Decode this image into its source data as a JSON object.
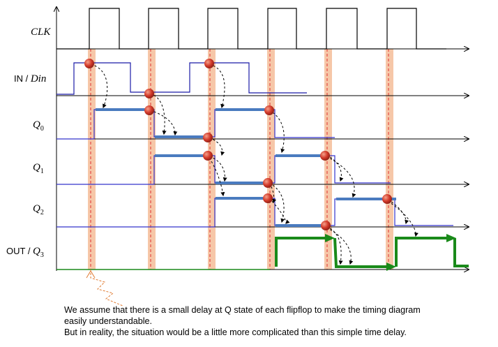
{
  "labels": {
    "clk": "CLK",
    "in_prefix": "IN / ",
    "in_din": "Din",
    "q0_q": "Q",
    "q0_sub": "0",
    "q1_q": "Q",
    "q1_sub": "1",
    "q2_q": "Q",
    "q2_sub": "2",
    "out_prefix": "OUT / ",
    "out_q": "Q",
    "out_sub": "3"
  },
  "note": {
    "line1": "We assume that there is a small delay at Q state of each flipflop to make the timing diagram",
    "line2": "easily understandable.",
    "line3": "But in reality, the situation would be a little more  complicated than this simple time delay."
  },
  "colors": {
    "clk": "#000000",
    "in": "#1a1aa8",
    "q_thin": "#3333cc",
    "q_thick": "#4a7bbf",
    "out": "#1a8a1a",
    "edge_band": "#f6c7a8",
    "edge_line": "#e03030",
    "dot": "#d33a2a",
    "note_arrow": "#e07a30"
  }
}
